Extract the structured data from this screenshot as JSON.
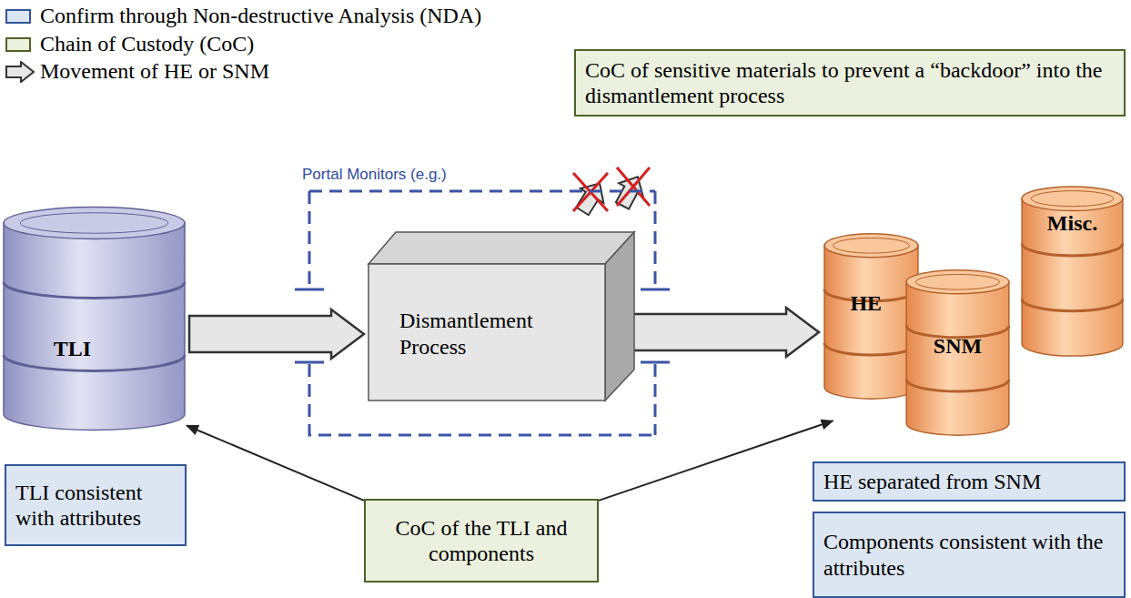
{
  "diagram": {
    "nodes": [
      {
        "text": [
          "TLI"
        ]
      },
      {
        "text": [
          "Portal Monitors (e.g.)"
        ]
      },
      {
        "text": [
          "Dismantlement Process"
        ],
        "in": 1
      },
      {
        "text": [
          "HE"
        ]
      },
      {
        "text": [
          "SNM"
        ]
      },
      {
        "text": [
          "Misc."
        ]
      },
      {
        "text": [
          "CoC of sensitive materials to prevent a “backdoor” into the dismantlement process"
        ]
      },
      {
        "text": [
          "TLI consistent with attributes"
        ]
      },
      {
        "text": [
          "CoC of the TLI and components"
        ]
      },
      {
        "text": [
          "HE separated from SNM"
        ]
      },
      {
        "text": [
          "Components consistent with the attributes"
        ]
      }
    ],
    "edges": [
      {
        "from": 0,
        "to": 2,
        "arrow": "to"
      },
      {
        "from": 2,
        "to": 3,
        "arrow": "to"
      },
      {
        "from": 8,
        "to": 0,
        "arrow": "to"
      },
      {
        "from": 8,
        "to": 3,
        "arrow": "to"
      }
    ],
    "legend": [
      {
        "text": "Confirm through Non-destructive Analysis (NDA)",
        "color": "#dce6f2"
      },
      {
        "text": "Chain of Custody (CoC)",
        "color": "#ebf1de"
      },
      {
        "text": "Movement of HE or SNM"
      }
    ]
  }
}
